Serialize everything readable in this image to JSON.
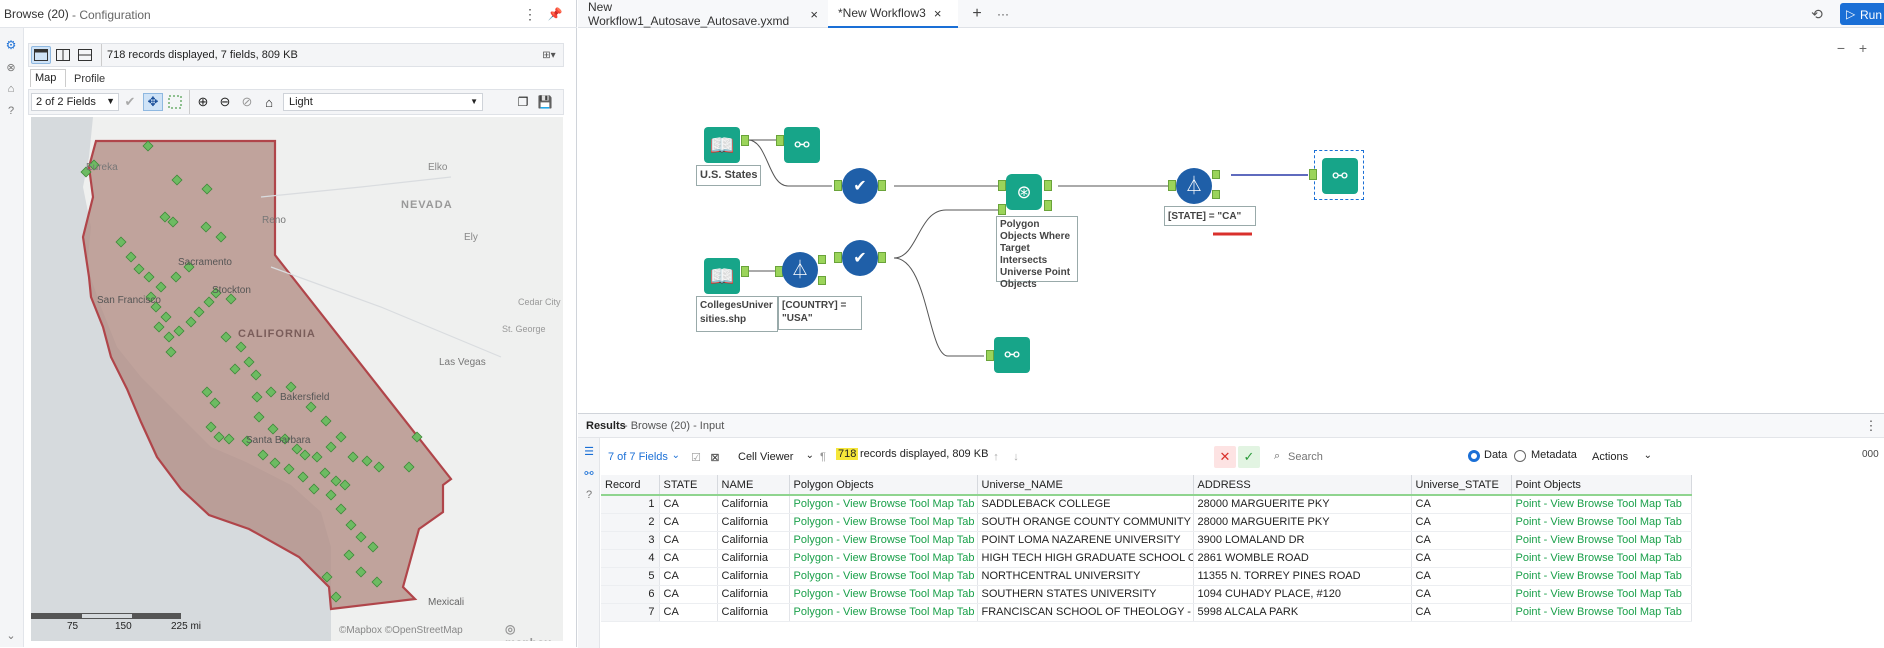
{
  "config": {
    "title": "Browse (20)",
    "subtitle": "- Configuration",
    "records_info": "718 records displayed, 7 fields, 809 KB",
    "tab_map": "Map",
    "tab_profile": "Profile",
    "fields_select": "2 of 2 Fields",
    "basemap_select": "Light",
    "map": {
      "labels": {
        "nevada": "NEVADA",
        "california": "CALIFORNIA",
        "eureka": "Eureka",
        "elko": "Elko",
        "reno": "Reno",
        "ely": "Ely",
        "sacramento": "Sacramento",
        "stockton": "Stockton",
        "san_francisco": "San Francisco",
        "bakersfield": "Bakersfield",
        "las_vegas": "Las Vegas",
        "cedar_city": "Cedar City",
        "st_george": "St. George",
        "santa_barbara": "Santa Barbara",
        "mexicali": "Mexicali"
      },
      "scale": [
        "75",
        "150",
        "225 mi"
      ],
      "attribution": "©Mapbox ©OpenStreetMap",
      "logo": "mapbox"
    }
  },
  "workflow": {
    "tabs": [
      {
        "label": "New Workflow1_Autosave_Autosave.yxmd",
        "close": "×"
      },
      {
        "label": "*New Workflow3",
        "close": "×"
      }
    ],
    "add_tab": "+",
    "more_tabs": "···",
    "run_label": "Run",
    "zoom_out": "−",
    "zoom_in": "+",
    "labels": {
      "input1": "U.S. States",
      "input2": "CollegesUniversities.shp",
      "filter1": "[COUNTRY] = \"USA\"",
      "spatial": "Polygon Objects Where Target Intersects Universe Point Objects",
      "filter2": "[STATE] = \"CA\""
    }
  },
  "results": {
    "title": "Results",
    "subtitle": "- Browse (20) - Input",
    "fields_btn": "7 of 7 Fields",
    "cell_viewer": "Cell Viewer",
    "record_count": "718",
    "records_text": "records displayed, 809 KB",
    "search_placeholder": "Search",
    "radio_data": "Data",
    "radio_metadata": "Metadata",
    "actions": "Actions",
    "trailing": "000",
    "columns": [
      "Record",
      "STATE",
      "NAME",
      "Polygon Objects",
      "Universe_NAME",
      "ADDRESS",
      "Universe_STATE",
      "Point Objects"
    ],
    "rows": [
      [
        "1",
        "CA",
        "California",
        "Polygon - View Browse Tool Map Tab",
        "SADDLEBACK COLLEGE",
        "28000 MARGUERITE PKY",
        "CA",
        "Point - View Browse Tool Map Tab"
      ],
      [
        "2",
        "CA",
        "California",
        "Polygon - View Browse Tool Map Tab",
        "SOUTH ORANGE COUNTY COMMUNITY COLLEG...",
        "28000 MARGUERITE PKY",
        "CA",
        "Point - View Browse Tool Map Tab"
      ],
      [
        "3",
        "CA",
        "California",
        "Polygon - View Browse Tool Map Tab",
        "POINT LOMA NAZARENE UNIVERSITY",
        "3900 LOMALAND DR",
        "CA",
        "Point - View Browse Tool Map Tab"
      ],
      [
        "4",
        "CA",
        "California",
        "Polygon - View Browse Tool Map Tab",
        "HIGH TECH HIGH GRADUATE SCHOOL OF EDUC...",
        "2861 WOMBLE ROAD",
        "CA",
        "Point - View Browse Tool Map Tab"
      ],
      [
        "5",
        "CA",
        "California",
        "Polygon - View Browse Tool Map Tab",
        "NORTHCENTRAL UNIVERSITY",
        "11355 N. TORREY PINES ROAD",
        "CA",
        "Point - View Browse Tool Map Tab"
      ],
      [
        "6",
        "CA",
        "California",
        "Polygon - View Browse Tool Map Tab",
        "SOUTHERN STATES UNIVERSITY",
        "1094 CUHADY PLACE, #120",
        "CA",
        "Point - View Browse Tool Map Tab"
      ],
      [
        "7",
        "CA",
        "California",
        "Polygon - View Browse Tool Map Tab",
        "FRANCISCAN SCHOOL OF THEOLOGY - SAN DIE...",
        "5998 ALCALA PARK",
        "CA",
        "Point - View Browse Tool Map Tab"
      ]
    ]
  },
  "colors": {
    "accent": "#1a6fd6",
    "tool_teal": "#17a589",
    "tool_blue": "#1f5fa8",
    "polygon_fill": "#b08a80",
    "polygon_stroke": "#b0454a",
    "point": "#5fb05a",
    "highlight": "#f5e63a"
  }
}
